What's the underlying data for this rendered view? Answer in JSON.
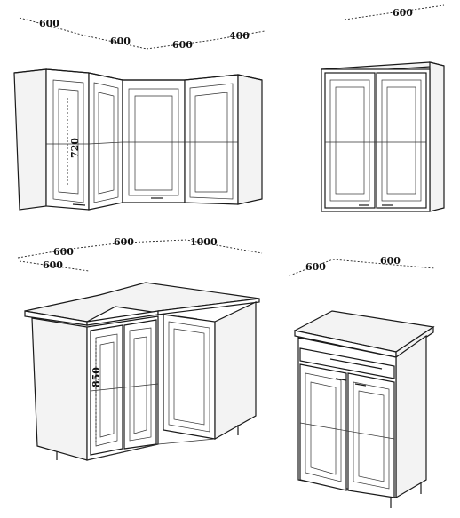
{
  "diagrams": [
    {
      "name": "corner-wall-cabinet",
      "dimensions": {
        "d1": "600",
        "d2": "600",
        "d3": "600",
        "d4": "400",
        "height": "720"
      }
    },
    {
      "name": "double-wall-cabinet",
      "dimensions": {
        "d1": "600"
      }
    },
    {
      "name": "corner-base-cabinet",
      "dimensions": {
        "d1": "600",
        "d2": "600",
        "d3": "600",
        "d4": "1000",
        "height": "850"
      }
    },
    {
      "name": "drawer-base-cabinet",
      "dimensions": {
        "d1": "600",
        "d2": "600"
      }
    }
  ]
}
